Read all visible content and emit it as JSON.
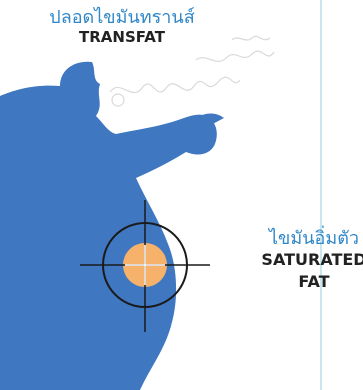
{
  "colors": {
    "silhouette": "#3f77c1",
    "accent_thai": "#2f86c8",
    "target_dot": "#f6b26b",
    "crosshair": "#1a1a1a",
    "divider": "#c9e8ee"
  },
  "labels": {
    "transfat": {
      "thai": "ปลอดไขมันทรานส์",
      "english": "TRANSFAT"
    },
    "saturated": {
      "thai": "ไขมันอิ่มตัว",
      "english_line1": "SATURATED",
      "english_line2": "FAT"
    }
  },
  "icons": [
    "person-silhouette-icon",
    "crosshair-target-icon",
    "scribble-doodle-icon"
  ]
}
